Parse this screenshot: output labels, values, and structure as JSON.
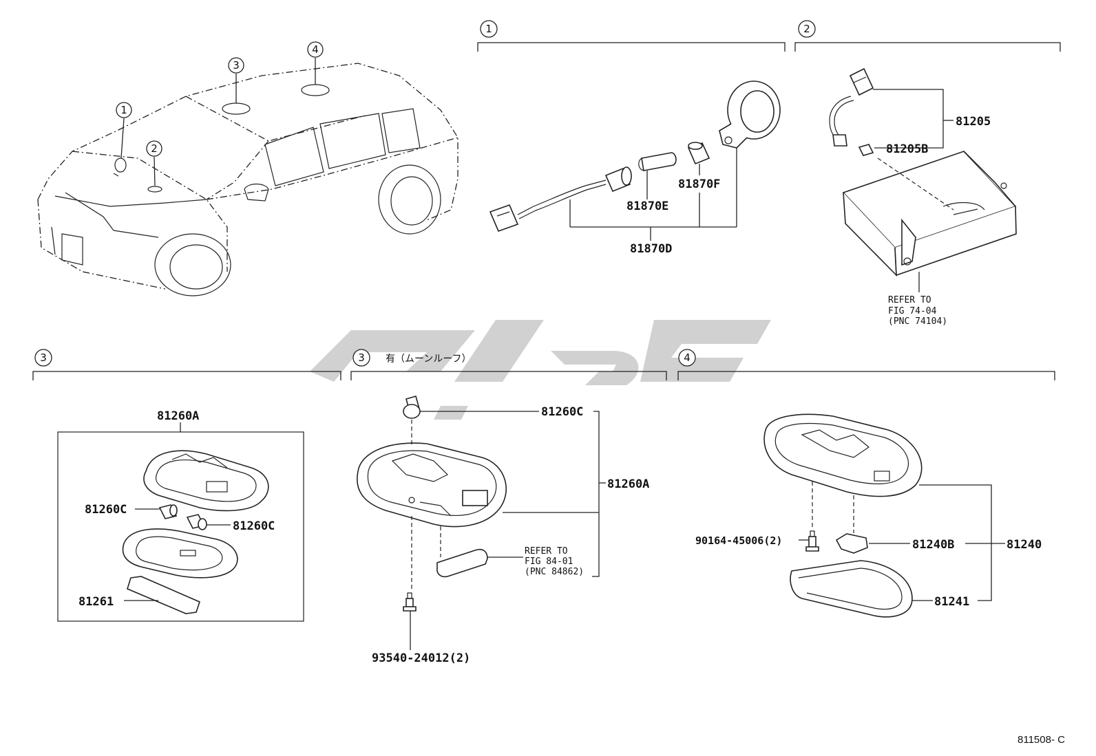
{
  "sections": [
    {
      "marker": "1"
    },
    {
      "marker": "2"
    },
    {
      "marker": "3"
    },
    {
      "marker": "3",
      "note": "有（ムーンルーフ）"
    },
    {
      "marker": "4"
    }
  ],
  "car_markers": [
    "1",
    "2",
    "3",
    "4"
  ],
  "parts": {
    "p81205": "81205",
    "p81205B": "81205B",
    "p81870F": "81870F",
    "p81870E": "81870E",
    "p81870D": "81870D",
    "p81260A_left": "81260A",
    "p81260C_a": "81260C",
    "p81260C_b": "81260C",
    "p81261": "81261",
    "p81260C_mid": "81260C",
    "p81260A_mid": "81260A",
    "p93540": "93540-24012(2)",
    "p90164": "90164-45006(2)",
    "p81240B": "81240B",
    "p81240": "81240",
    "p81241": "81241"
  },
  "refs": {
    "ref1": {
      "line1": "REFER TO",
      "line2": "FIG 74-04",
      "line3": "(PNC 74104)"
    },
    "ref2": {
      "line1": "REFER TO",
      "line2": "FIG 84-01",
      "line3": "(PNC 84862)"
    }
  },
  "figure_code": "811508- C"
}
